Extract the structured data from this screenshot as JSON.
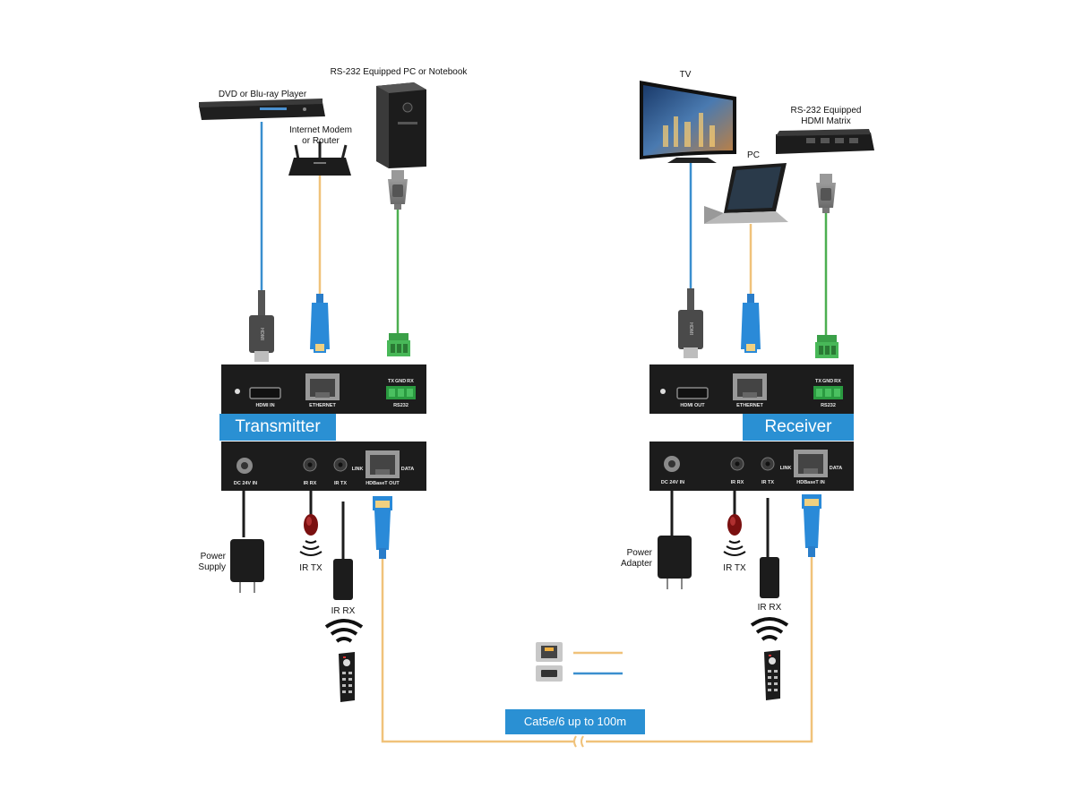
{
  "colors": {
    "hdmi": "#3a8fcf",
    "ethernet": "#f0c27a",
    "rs232": "#4caf50",
    "cat_line": "#f0c27a",
    "banner": "#2a90d3",
    "device": "#1c1c1c"
  },
  "transmitter": {
    "banner": "Transmitter",
    "sources": {
      "dvd": "DVD or Blu-ray Player",
      "modem": "Internet Modem or Router",
      "pc": "RS-232 Equipped PC or Notebook"
    },
    "front_ports": {
      "hdmi": "HDMI IN",
      "ethernet": "ETHERNET",
      "rs232": "RS232",
      "tx": "TX",
      "gnd": "GND",
      "rx": "RX"
    },
    "back_ports": {
      "dc": "DC 24V IN",
      "ir_rx": "IR RX",
      "ir_tx": "IR TX",
      "link": "LINK",
      "data": "DATA",
      "hdbaset": "HDBaseT OUT"
    },
    "power_label": "Power Supply",
    "ir_tx_label": "IR TX",
    "ir_rx_label": "IR RX"
  },
  "receiver": {
    "banner": "Receiver",
    "sinks": {
      "tv": "TV",
      "pc": "PC",
      "matrix": "RS-232 Equipped HDMI Matrix"
    },
    "front_ports": {
      "hdmi": "HDMI OUT",
      "ethernet": "ETHERNET",
      "rs232": "RS232",
      "tx": "TX",
      "gnd": "GND",
      "rx": "RX"
    },
    "back_ports": {
      "dc": "DC 24V IN",
      "ir_rx": "IR RX",
      "ir_tx": "IR TX",
      "link": "LINK",
      "data": "DATA",
      "hdbaset": "HDBaseT IN"
    },
    "power_label": "Power Adapter",
    "ir_tx_label": "IR TX",
    "ir_rx_label": "IR RX"
  },
  "cable_label": "Cat5e/6 up to 100m",
  "plug_text": "HDMI"
}
